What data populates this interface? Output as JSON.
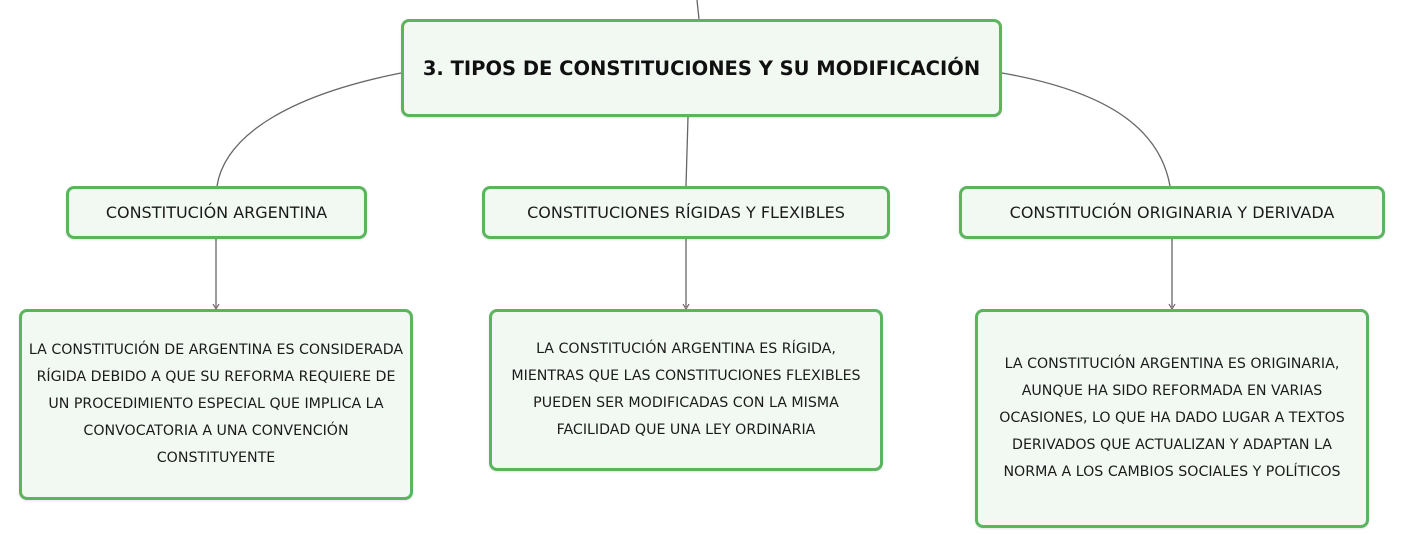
{
  "root": {
    "label": "3. TIPOS DE CONSTITUCIONES Y SU MODIFICACIÓN"
  },
  "topics": [
    {
      "label": "CONSTITUCIÓN ARGENTINA",
      "detail": "LA CONSTITUCIÓN DE ARGENTINA ES CONSIDERADA RÍGIDA DEBIDO A QUE SU REFORMA REQUIERE DE UN PROCEDIMIENTO ESPECIAL QUE IMPLICA LA CONVOCATORIA A UNA CONVENCIÓN CONSTITUYENTE"
    },
    {
      "label": "CONSTITUCIONES RÍGIDAS Y FLEXIBLES",
      "detail": "LA CONSTITUCIÓN ARGENTINA ES RÍGIDA, MIENTRAS QUE LAS CONSTITUCIONES FLEXIBLES PUEDEN SER MODIFICADAS CON LA MISMA FACILIDAD QUE UNA LEY ORDINARIA"
    },
    {
      "label": "CONSTITUCIÓN ORIGINARIA Y DERIVADA",
      "detail": "LA CONSTITUCIÓN ARGENTINA ES ORIGINARIA, AUNQUE HA SIDO REFORMADA EN VARIAS OCASIONES, LO QUE HA DADO LUGAR A TEXTOS DERIVADOS QUE ACTUALIZAN Y ADAPTAN LA NORMA A LOS CAMBIOS SOCIALES Y POLÍTICOS"
    }
  ],
  "colors": {
    "node_border": "#5bb55f",
    "node_fill": "#f2f9f2",
    "connector": "#666666",
    "text": "#1b1b1b"
  }
}
